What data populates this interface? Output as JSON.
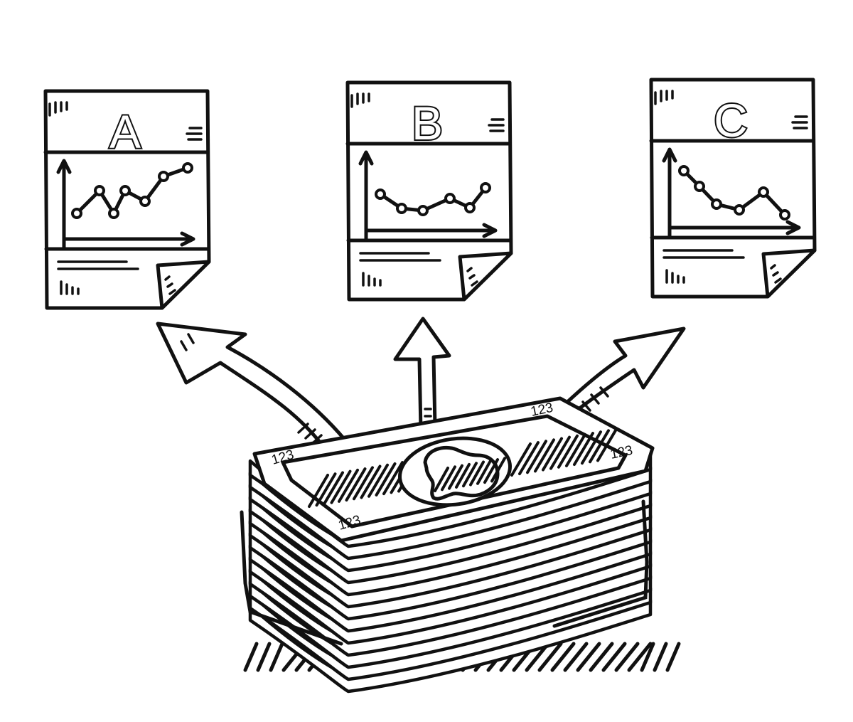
{
  "colors": {
    "ink": "#111111",
    "paper": "#ffffff"
  },
  "reports": [
    {
      "label": "A",
      "trend": "up",
      "icon": "line-chart-icon"
    },
    {
      "label": "B",
      "trend": "flat",
      "icon": "line-chart-icon"
    },
    {
      "label": "C",
      "trend": "down",
      "icon": "line-chart-icon"
    }
  ],
  "money": {
    "icon": "banknote-stack-icon",
    "denomination": "123"
  },
  "arrows": {
    "icon": "curved-arrow-icon"
  }
}
